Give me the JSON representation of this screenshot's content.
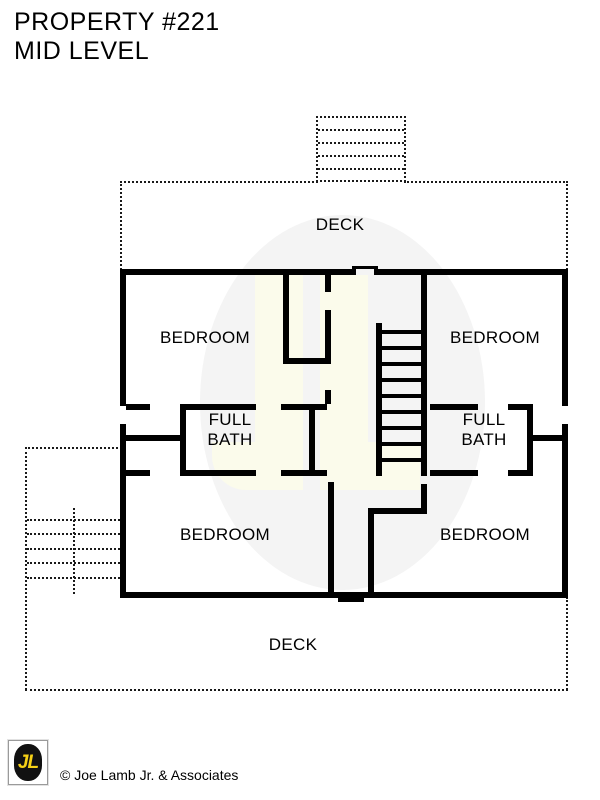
{
  "header": {
    "title_line1": "PROPERTY #221",
    "title_line2": "MID LEVEL"
  },
  "plan": {
    "level_name": "MID LEVEL",
    "labels": {
      "deck_top": "DECK",
      "deck_bottom": "DECK",
      "bedroom_top_left": "BEDROOM",
      "bedroom_top_right": "BEDROOM",
      "bedroom_bottom_left": "BEDROOM",
      "bedroom_bottom_right": "BEDROOM",
      "bath_left_line1": "FULL",
      "bath_left_line2": "BATH",
      "bath_right_line1": "FULL",
      "bath_right_line2": "BATH"
    },
    "features": {
      "interior_stair": "interior-staircase",
      "exterior_stair_top": "exterior-staircase-top",
      "exterior_stair_left": "exterior-staircase-left",
      "door_top": "exterior-door-top",
      "door_bottom": "exterior-door-bottom"
    },
    "colors": {
      "wall": "#000000",
      "deck_outline": "#1a1a1a",
      "watermark_circle": "#f4f4f4",
      "watermark_letters": "#fbfbeb",
      "background": "#ffffff"
    }
  },
  "footer": {
    "copyright": "© Joe Lamb Jr. & Associates",
    "logo_text": "JL",
    "logo_colors": {
      "letters": "#f6d117",
      "oval": "#111111",
      "border": "#9a9a9a"
    }
  }
}
